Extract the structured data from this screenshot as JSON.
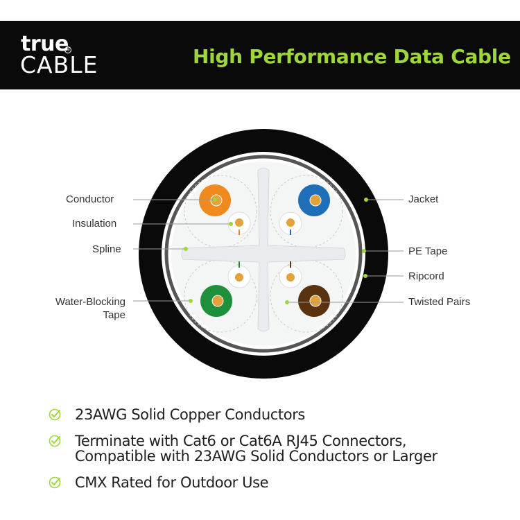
{
  "brand": {
    "logo_top": "true",
    "logo_bottom": "CABLE",
    "logo_mark": "®"
  },
  "header": {
    "title": "High Performance Data Cable"
  },
  "labels": {
    "conductor": "Conductor",
    "insulation": "Insulation",
    "spline": "Spline",
    "water_blocking_1": "Water-Blocking",
    "water_blocking_2": "Tape",
    "jacket": "Jacket",
    "pe_tape": "PE Tape",
    "ripcord": "Ripcord",
    "twisted_pairs": "Twisted Pairs"
  },
  "features": [
    {
      "line1": "23AWG Solid Copper Conductors",
      "line2": ""
    },
    {
      "line1": "Terminate with Cat6 or Cat6A RJ45 Connectors,",
      "line2": "Compatible with 23AWG Solid Conductors or Larger"
    },
    {
      "line1": "CMX Rated for Outdoor Use",
      "line2": ""
    }
  ],
  "colors": {
    "accent": "#9ed63b",
    "jacket": "#0a0a0a",
    "pair_orange": "#f08a1e",
    "pair_blue": "#1e6fb8",
    "pair_green": "#1e8f3a",
    "pair_brown": "#5a3210",
    "copper": "#e3a23a"
  },
  "icons": {
    "feature_bullet": "check-circle-icon"
  }
}
